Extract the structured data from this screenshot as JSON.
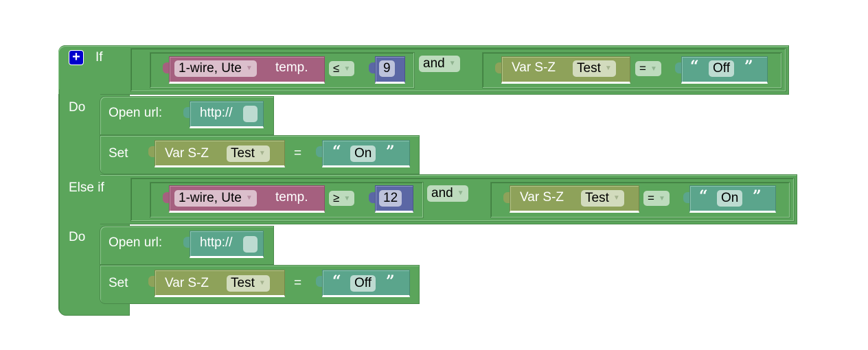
{
  "workspace": {
    "if_block": {
      "mutator_icon": "plus-icon",
      "if_label": "If",
      "do_label": "Do",
      "else_if_label": "Else if",
      "branches": [
        {
          "condition": {
            "left": {
              "sensor": "1-wire, Ute",
              "property": "temp.",
              "operator": "≤",
              "value": "9"
            },
            "logic_op": "and",
            "right": {
              "var_category": "Var S-Z",
              "var_name": "Test",
              "operator": "=",
              "text_value": "Off"
            }
          },
          "actions": [
            {
              "label": "Open url:",
              "url": "http://",
              "url_value": ""
            },
            {
              "label": "Set",
              "var_category": "Var S-Z",
              "var_name": "Test",
              "operator": "=",
              "text_value": "On"
            }
          ]
        },
        {
          "condition": {
            "left": {
              "sensor": "1-wire, Ute",
              "property": "temp.",
              "operator": "≥",
              "value": "12"
            },
            "logic_op": "and",
            "right": {
              "var_category": "Var S-Z",
              "var_name": "Test",
              "operator": "=",
              "text_value": "On"
            }
          },
          "actions": [
            {
              "label": "Open url:",
              "url": "http://",
              "url_value": ""
            },
            {
              "label": "Set",
              "var_category": "Var S-Z",
              "var_name": "Test",
              "operator": "=",
              "text_value": "Off"
            }
          ]
        }
      ]
    },
    "quote_open": "“",
    "quote_close": "”",
    "colors": {
      "logic": "#5ba55b",
      "sensor": "#a5607f",
      "number": "#5b67a5",
      "variable": "#8ea25a",
      "text": "#5ba58c",
      "mutator": "#0000cc"
    }
  }
}
